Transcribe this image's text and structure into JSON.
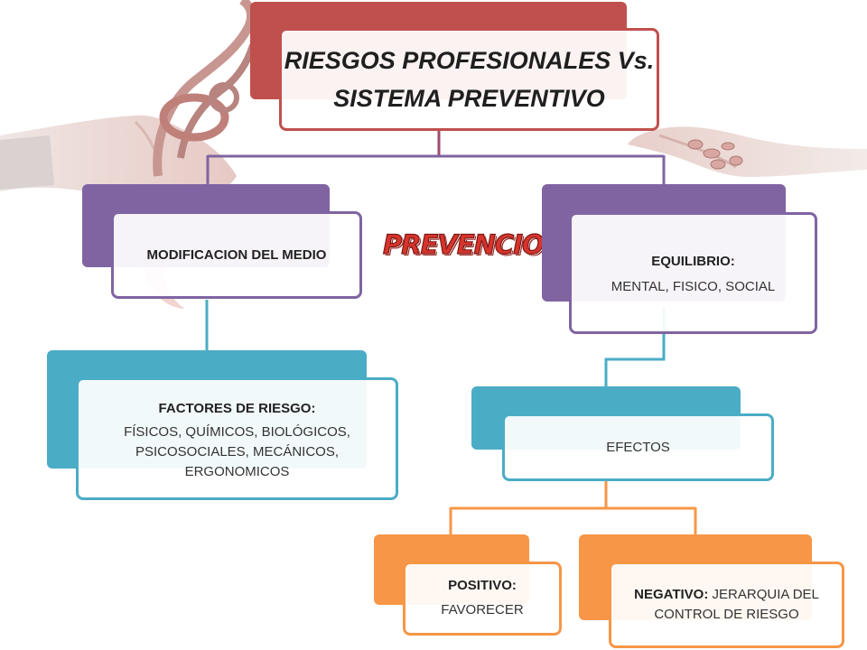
{
  "title": {
    "line1": "RIESGOS PROFESIONALES Vs.",
    "line2": "SISTEMA PREVENTIVO"
  },
  "center_label": "PREVENCION",
  "nodes": {
    "modificacion": {
      "text": "MODIFICACION DEL MEDIO"
    },
    "equilibrio": {
      "heading": "EQUILIBRIO:",
      "text": "MENTAL, FISICO, SOCIAL"
    },
    "factores": {
      "heading": "FACTORES DE RIESGO:",
      "text": "FÍSICOS, QUÍMICOS, BIOLÓGICOS, PSICOSOCIALES, MECÁNICOS, ERGONOMICOS"
    },
    "efectos": {
      "text": "EFECTOS"
    },
    "positivo": {
      "heading": "POSITIVO:",
      "text": "FAVORECER"
    },
    "negativo": {
      "heading": "NEGATIVO:",
      "text": "JERARQUIA DEL CONTROL DE RIESGO"
    }
  },
  "colors": {
    "red": "#c0504d",
    "purple": "#8064a2",
    "teal": "#4bacc6",
    "orange": "#f79646",
    "connector_red": "#a14a6b",
    "connector_purple": "#8064a2"
  },
  "decorations": [
    "stethoscope-hand-image",
    "pills-hand-image"
  ]
}
